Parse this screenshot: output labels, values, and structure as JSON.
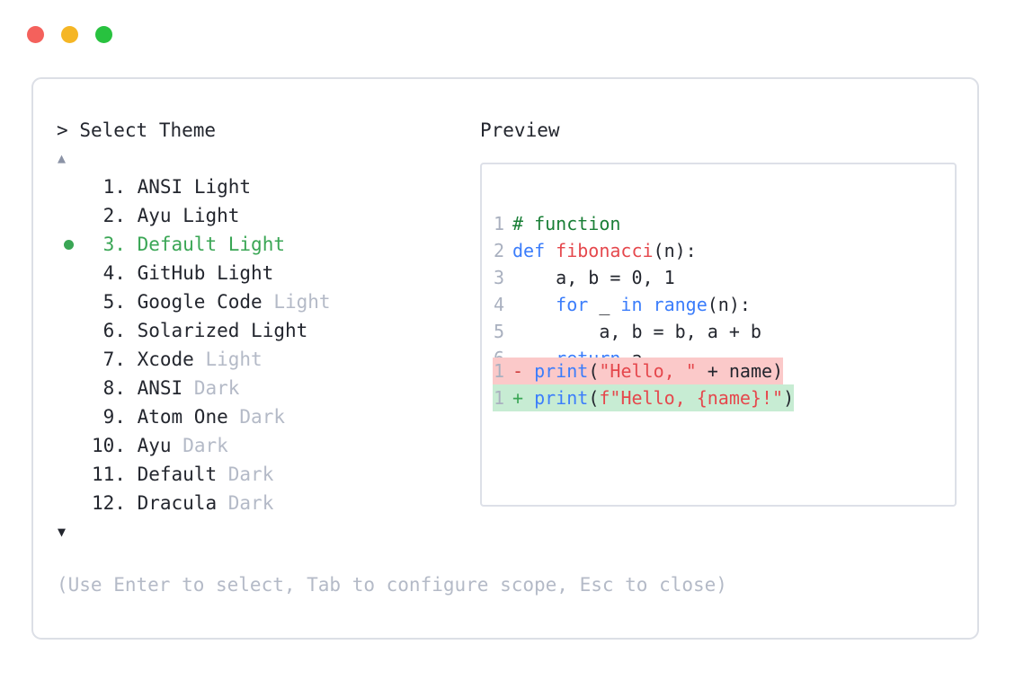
{
  "window": {
    "buttons": [
      {
        "name": "close",
        "color": "#f4615c"
      },
      {
        "name": "minimize",
        "color": "#f5b625"
      },
      {
        "name": "maximize",
        "color": "#28c23f"
      }
    ]
  },
  "prompt": {
    "caret": ">",
    "title": "Select Theme",
    "scroll_up": "▲",
    "scroll_down": "▼"
  },
  "themes": {
    "selected_index": 3,
    "items": [
      {
        "index": " 1.",
        "name": "ANSI",
        "variant": "Light",
        "variant_dim": false,
        "selected": false
      },
      {
        "index": " 2.",
        "name": "Ayu",
        "variant": "Light",
        "variant_dim": false,
        "selected": false
      },
      {
        "index": " 3.",
        "name": "Default",
        "variant": "Light",
        "variant_dim": false,
        "selected": true
      },
      {
        "index": " 4.",
        "name": "GitHub",
        "variant": "Light",
        "variant_dim": false,
        "selected": false
      },
      {
        "index": " 5.",
        "name": "Google Code",
        "variant": "Light",
        "variant_dim": true,
        "selected": false
      },
      {
        "index": " 6.",
        "name": "Solarized",
        "variant": "Light",
        "variant_dim": false,
        "selected": false
      },
      {
        "index": " 7.",
        "name": "Xcode",
        "variant": "Light",
        "variant_dim": true,
        "selected": false
      },
      {
        "index": " 8.",
        "name": "ANSI",
        "variant": "Dark",
        "variant_dim": true,
        "selected": false
      },
      {
        "index": " 9.",
        "name": "Atom One",
        "variant": "Dark",
        "variant_dim": true,
        "selected": false
      },
      {
        "index": "10.",
        "name": "Ayu",
        "variant": "Dark",
        "variant_dim": true,
        "selected": false
      },
      {
        "index": "11.",
        "name": "Default",
        "variant": "Dark",
        "variant_dim": true,
        "selected": false
      },
      {
        "index": "12.",
        "name": "Dracula",
        "variant": "Dark",
        "variant_dim": true,
        "selected": false
      }
    ]
  },
  "hint": "(Use Enter to select, Tab to configure scope, Esc to close)",
  "preview": {
    "label": "Preview",
    "code_lines": [
      {
        "no": "1",
        "tokens": [
          {
            "t": "# function",
            "c": "comment"
          }
        ]
      },
      {
        "no": "2",
        "tokens": [
          {
            "t": "def ",
            "c": "kw"
          },
          {
            "t": "fibonacci",
            "c": "fn"
          },
          {
            "t": "(n):",
            "c": "plain"
          }
        ]
      },
      {
        "no": "3",
        "tokens": [
          {
            "t": "    a, b = 0, 1",
            "c": "plain"
          }
        ]
      },
      {
        "no": "4",
        "tokens": [
          {
            "t": "    ",
            "c": "plain"
          },
          {
            "t": "for",
            "c": "kw"
          },
          {
            "t": " _ ",
            "c": "plain"
          },
          {
            "t": "in range",
            "c": "kw"
          },
          {
            "t": "(n):",
            "c": "plain"
          }
        ]
      },
      {
        "no": "5",
        "tokens": [
          {
            "t": "        a, b = b, a + b",
            "c": "plain"
          }
        ]
      },
      {
        "no": "6",
        "tokens": [
          {
            "t": "    ",
            "c": "plain"
          },
          {
            "t": "return",
            "c": "kw"
          },
          {
            "t": " a",
            "c": "plain"
          }
        ]
      }
    ],
    "diff_lines": [
      {
        "no": "1",
        "kind": "del",
        "sign": "-",
        "tokens": [
          {
            "t": "print",
            "c": "kw"
          },
          {
            "t": "(",
            "c": "plain"
          },
          {
            "t": "\"Hello, \"",
            "c": "str"
          },
          {
            "t": " + name)",
            "c": "plain"
          }
        ]
      },
      {
        "no": "1",
        "kind": "add",
        "sign": "+",
        "tokens": [
          {
            "t": "print",
            "c": "kw"
          },
          {
            "t": "(",
            "c": "plain"
          },
          {
            "t": "f\"Hello, {name}!\"",
            "c": "str"
          },
          {
            "t": ")",
            "c": "plain"
          }
        ]
      }
    ]
  },
  "colors": {
    "accent_green": "#3aa655",
    "dim_text": "#b4bac7",
    "text": "#23262e",
    "keyword_blue": "#3b7dfb",
    "string_red": "#e5484d",
    "comment_green": "#1a7f37",
    "diff_del_bg": "#fbc9c9",
    "diff_add_bg": "#c7ecd3",
    "card_border": "#dcdfe6"
  }
}
